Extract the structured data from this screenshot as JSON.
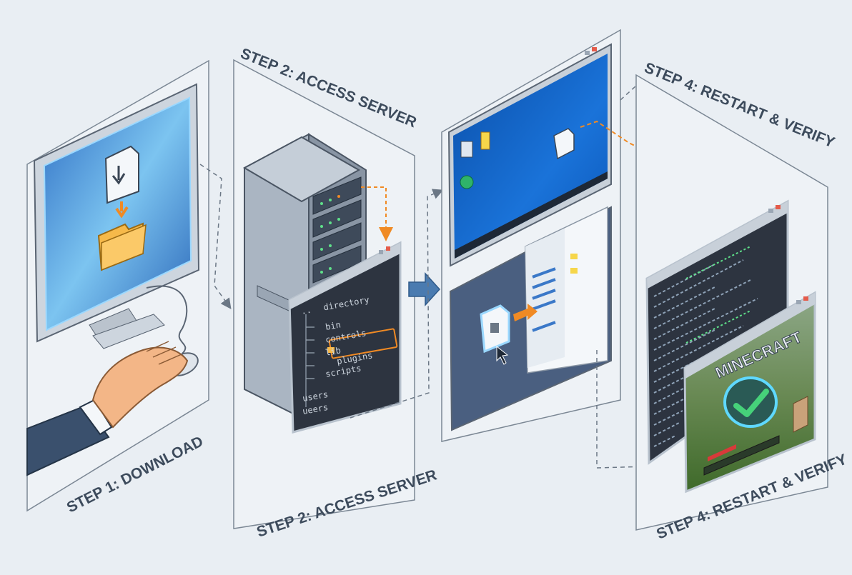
{
  "labels": {
    "step1": "STEP 1: DOWNLOAD",
    "step2_top": "STEP 2: ACCESS SERVER",
    "step2_bottom": "STEP 2: ACCESS SERVER",
    "step4_top": "STEP 4: RESTART & VERIFY",
    "step4_bottom": "STEP 4: RESTART & VERIFY"
  },
  "file_tree": {
    "root": "..",
    "items": [
      "directory",
      "bin",
      "controls",
      "lib",
      "plugins",
      "scripts"
    ],
    "footer": [
      "users",
      "ueers"
    ]
  },
  "game_logo": "MINECRAFT",
  "colors": {
    "background": "#e9eef3",
    "panel_stroke": "#7b8794",
    "accent_orange": "#f08a24",
    "accent_blue": "#4a7bb0",
    "dark_window": "#2d3440",
    "check_green": "#46d27a"
  }
}
